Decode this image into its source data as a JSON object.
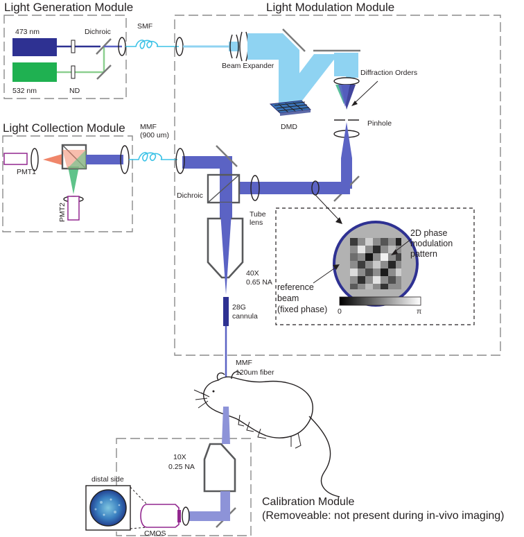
{
  "modules": {
    "light_generation": "Light Generation Module",
    "light_modulation": "Light Modulation Module",
    "light_collection": "Light Collection Module",
    "calibration": "Calibration Module",
    "calibration_note": "(Removeable: not present during in-vivo imaging)"
  },
  "labels": {
    "laser_blue": "473 nm",
    "laser_green": "532 nm",
    "dichroic_gen": "Dichroic",
    "nd": "ND",
    "smf": "SMF",
    "beam_expander": "Beam Expander",
    "dmd": "DMD",
    "diffraction_orders": "Diffraction Orders",
    "pinhole": "Pinhole",
    "mmf_collect_1": "MMF",
    "mmf_collect_2": "(900 um)",
    "pmt1": "PMT1",
    "pmt2": "PMT2",
    "dichroic_main": "Dichroic",
    "tube_lens_1": "Tube",
    "tube_lens_2": "lens",
    "objective_mag": "40X",
    "objective_na": "0.65 NA",
    "cannula_1": "28G",
    "cannula_2": "cannula",
    "mmf_fiber_1": "MMF",
    "mmf_fiber_2": "120um fiber",
    "cal_obj_mag": "10X",
    "cal_obj_na": "0.25 NA",
    "cmos": "CMOS",
    "distal_side": "distal side"
  },
  "inset": {
    "pattern_label_1": "2D phase",
    "pattern_label_2": "modulation",
    "pattern_label_3": "pattern",
    "ref_label_1": "reference",
    "ref_label_2": "beam",
    "ref_label_3": "(fixed phase)",
    "scale_min": "0",
    "scale_max": "π"
  },
  "colors": {
    "blue_laser": "#2e3192",
    "green_laser": "#1fb151",
    "beam_main": "#5b63c4",
    "beam_fiber_cyan": "#3cc2e6",
    "beam_expanded": "#8fd3f2",
    "fluorescence_orange": "#f0866a",
    "fluorescence_green": "#5fc38a",
    "pmt_purple": "#92278f",
    "ring_navy": "#2e3192",
    "box_gray": "#8a8a8a"
  }
}
